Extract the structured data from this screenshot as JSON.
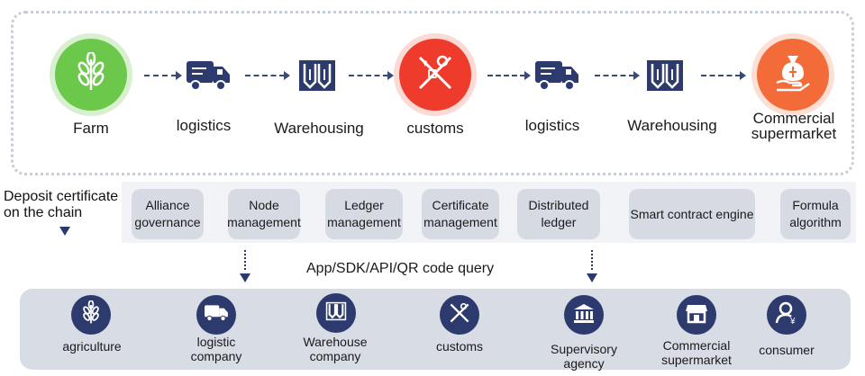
{
  "flow": {
    "steps": [
      {
        "label": "Farm",
        "icon": "wheat-icon"
      },
      {
        "label": "logistics",
        "icon": "truck-icon"
      },
      {
        "label": "Warehousing",
        "icon": "warehouse-icon"
      },
      {
        "label": "customs",
        "icon": "customs-icon"
      },
      {
        "label": "logistics",
        "icon": "truck-icon"
      },
      {
        "label": "Warehousing",
        "icon": "warehouse-icon"
      },
      {
        "label": "Commercial supermarket",
        "icon": "money-bag-icon"
      }
    ]
  },
  "deposit_label": "Deposit certificate on the chain",
  "modules": [
    "Alliance governance",
    "Node management",
    "Ledger management",
    "Certificate management",
    "Distributed ledger",
    "Smart contract engine",
    "Formula algorithm"
  ],
  "query_label": "App/SDK/API/QR code query",
  "participants": [
    {
      "label": "agriculture",
      "icon": "wheat-icon"
    },
    {
      "label": "logistic company",
      "icon": "truck-icon"
    },
    {
      "label": "Warehouse company",
      "icon": "warehouse-icon"
    },
    {
      "label": "customs",
      "icon": "customs-icon"
    },
    {
      "label": "Supervisory agency",
      "icon": "bank-icon"
    },
    {
      "label": "Commercial supermarket",
      "icon": "shop-icon"
    },
    {
      "label": "consumer",
      "icon": "consumer-icon"
    }
  ],
  "colors": {
    "navy": "#2d3a6e",
    "green": "#6cc84a",
    "red": "#ee3b2c",
    "orange": "#f26b38",
    "pill": "#d6dbe3",
    "panel": "#d8dce4"
  }
}
